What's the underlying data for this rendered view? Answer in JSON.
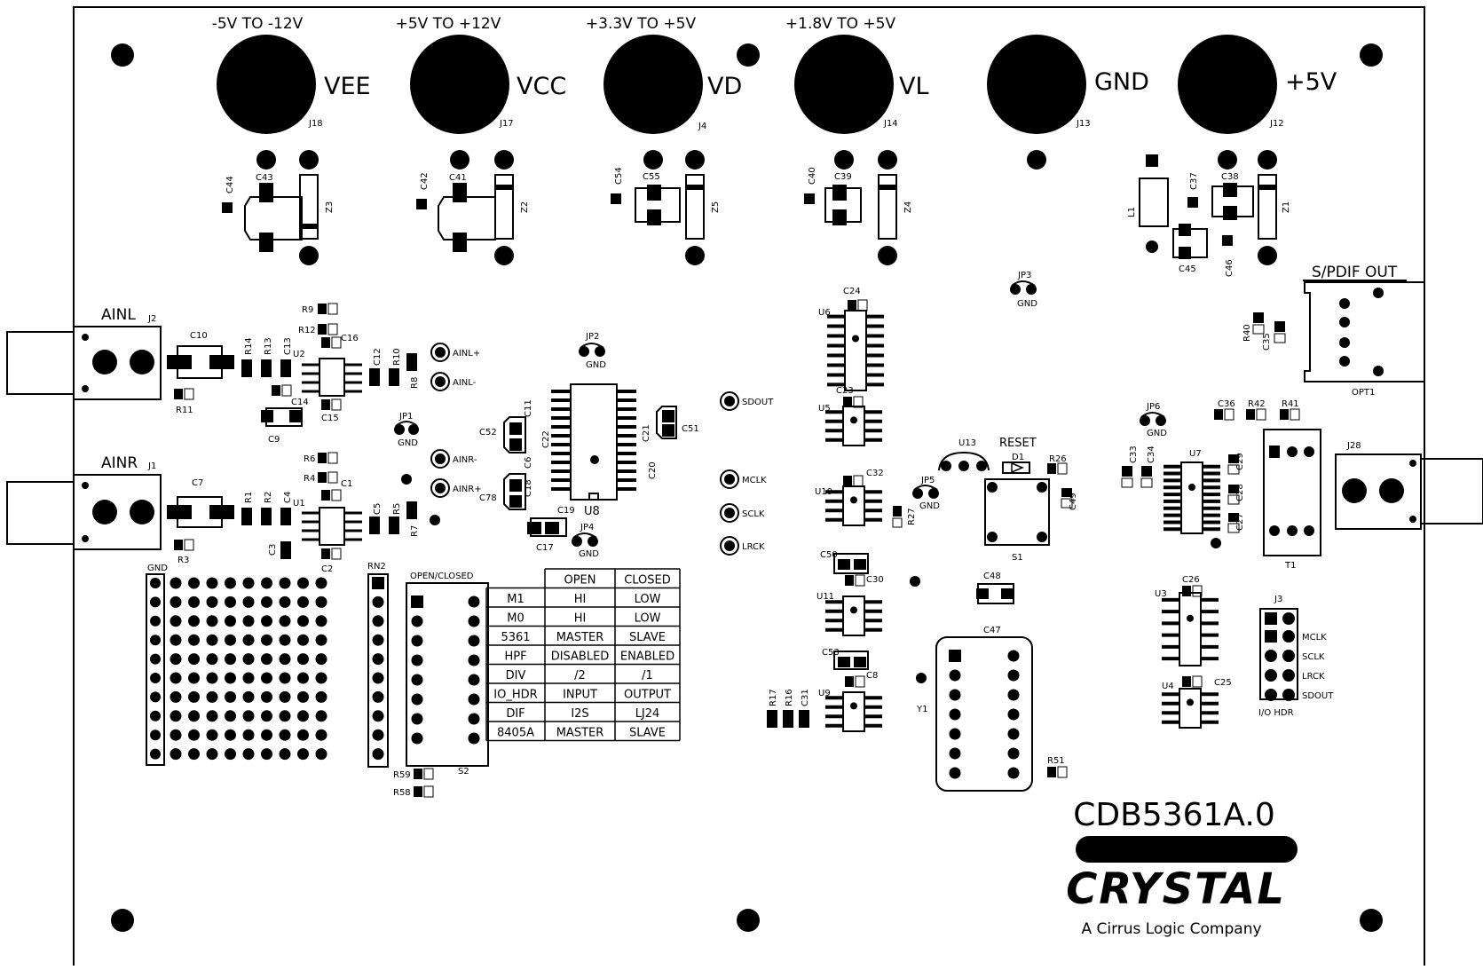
{
  "board": {
    "name": "CDB5361A.0",
    "brand": "CRYSTAL",
    "company": "A Cirrus Logic Company"
  },
  "posts": [
    {
      "range": "-5V TO -12V",
      "net": "VEE",
      "ref": "J18"
    },
    {
      "range": "+5V TO +12V",
      "net": "VCC",
      "ref": "J17"
    },
    {
      "range": "+3.3V TO +5V",
      "net": "VD",
      "ref": "J4"
    },
    {
      "range": "+1.8V TO +5V",
      "net": "VL",
      "ref": "J14"
    },
    {
      "range": "",
      "net": "GND",
      "ref": "J13"
    },
    {
      "range": "",
      "net": "+5V",
      "ref": "J12"
    }
  ],
  "input_jacks": [
    {
      "label": "AINL",
      "ref": "J2"
    },
    {
      "label": "AINR",
      "ref": "J1"
    }
  ],
  "connectors": {
    "spdif_label": "S/PDIF OUT",
    "optical_ref": "OPT1",
    "coax_ref": "J28",
    "transformer_ref": "T1",
    "io_header_ref": "J3",
    "io_header_label": "I/O HDR",
    "io_header_pins": [
      "MCLK",
      "SCLK",
      "LRCK",
      "SDOUT"
    ],
    "gnd_grid_label": "GND",
    "resistor_network": "RN2",
    "reset_label": "RESET",
    "reset_switch": "S1",
    "reset_diode": "D1",
    "oscillator": "Y1"
  },
  "test_points": [
    "AINL+",
    "AINL-",
    "AINR-",
    "AINR+",
    "SDOUT",
    "MCLK",
    "SCLK",
    "LRCK"
  ],
  "jumpers": [
    {
      "ref": "JP1",
      "label": "GND"
    },
    {
      "ref": "JP2",
      "label": "GND"
    },
    {
      "ref": "JP3",
      "label": "GND"
    },
    {
      "ref": "JP4",
      "label": "GND"
    },
    {
      "ref": "JP5",
      "label": "GND"
    },
    {
      "ref": "JP6",
      "label": "GND"
    }
  ],
  "switch_table": {
    "switch_ref": "S2",
    "switch_caption": "OPEN/CLOSED",
    "headers": [
      "",
      "OPEN",
      "CLOSED"
    ],
    "rows": [
      [
        "M1",
        "HI",
        "LOW"
      ],
      [
        "M0",
        "HI",
        "LOW"
      ],
      [
        "5361",
        "MASTER",
        "SLAVE"
      ],
      [
        "HPF",
        "DISABLED",
        "ENABLED"
      ],
      [
        "DIV",
        "/2",
        "/1"
      ],
      [
        "IO_HDR",
        "INPUT",
        "OUTPUT"
      ],
      [
        "DIF",
        "I2S",
        "LJ24"
      ],
      [
        "8405A",
        "MASTER",
        "SLAVE"
      ]
    ]
  },
  "refdes": {
    "zener": [
      "Z3",
      "Z2",
      "Z5",
      "Z4",
      "Z1"
    ],
    "supply_caps": [
      "C44",
      "C43",
      "C42",
      "C41",
      "C54",
      "C55",
      "C40",
      "C39",
      "C37",
      "C38",
      "C45",
      "C46",
      "L1"
    ],
    "left_channel": [
      "C10",
      "R11",
      "R14",
      "R13",
      "C13",
      "U2",
      "R9",
      "R12",
      "C16",
      "C12",
      "R10",
      "R8",
      "C14",
      "C9",
      "C15"
    ],
    "right_channel": [
      "C7",
      "R3",
      "R1",
      "R2",
      "C4",
      "U1",
      "C1",
      "R6",
      "R4",
      "C5",
      "R5",
      "R7",
      "C3",
      "C2"
    ],
    "adc": [
      "U8",
      "C52",
      "C11",
      "C22",
      "C6",
      "C18",
      "C78",
      "C19",
      "C17",
      "C21",
      "C51",
      "C20"
    ],
    "digital": [
      "C24",
      "U6",
      "C23",
      "U5",
      "U10",
      "C32",
      "R27",
      "U13",
      "R26",
      "C49",
      "C50",
      "C30",
      "U11",
      "C53",
      "C8",
      "U9",
      "R17",
      "R16",
      "C31",
      "C48",
      "C47",
      "R51"
    ],
    "spdif": [
      "R40",
      "C35",
      "C36",
      "R42",
      "R41",
      "C33",
      "C34",
      "U7",
      "C29",
      "C28",
      "C27",
      "U3",
      "C26",
      "U4",
      "C25"
    ],
    "misc": [
      "R59",
      "R58"
    ]
  }
}
